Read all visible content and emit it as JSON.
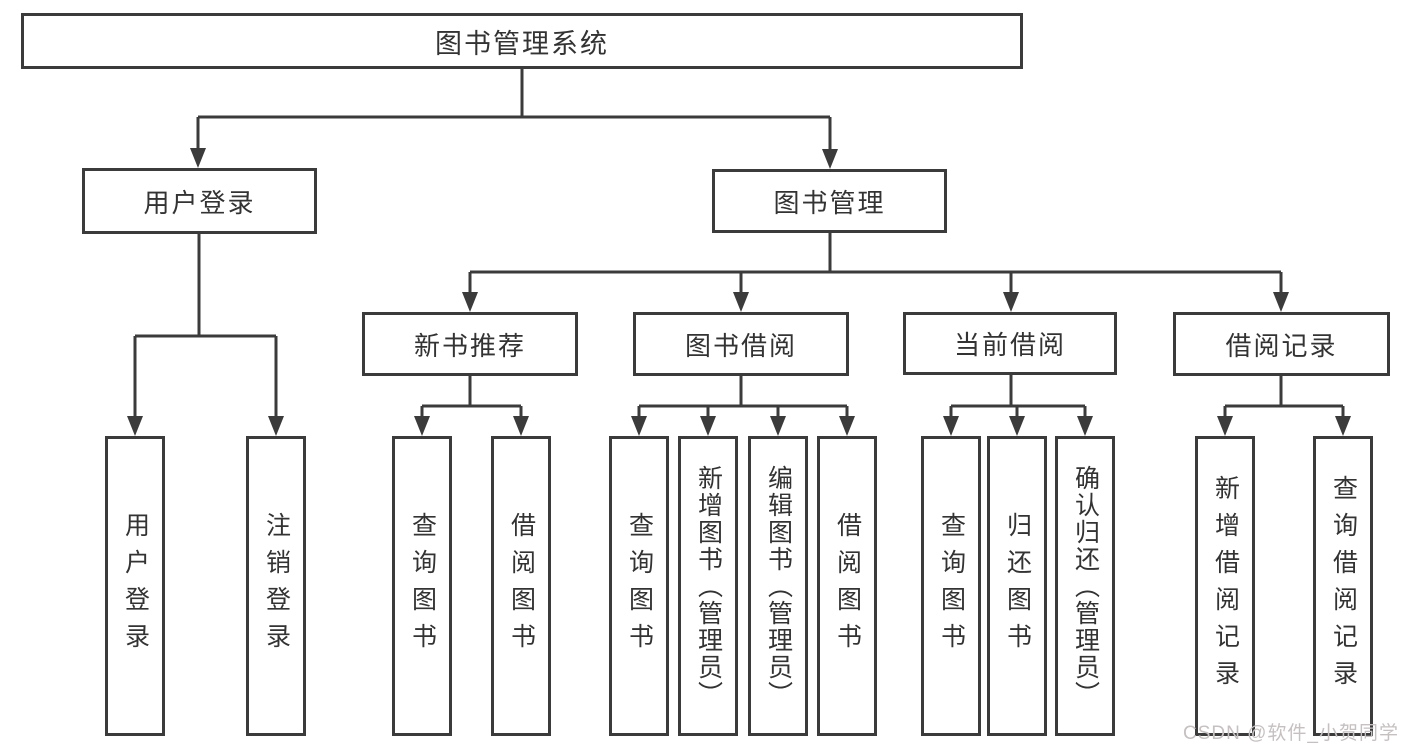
{
  "diagram": {
    "root": {
      "label": "图书管理系统"
    },
    "branches": [
      {
        "label": "用户登录",
        "children": [
          {
            "label": "用户登录"
          },
          {
            "label": "注销登录"
          }
        ]
      },
      {
        "label": "图书管理",
        "children": [
          {
            "label": "新书推荐",
            "children": [
              {
                "label": "查询图书"
              },
              {
                "label": "借阅图书"
              }
            ]
          },
          {
            "label": "图书借阅",
            "children": [
              {
                "label": "查询图书"
              },
              {
                "label": "新增图书（管理员）"
              },
              {
                "label": "编辑图书（管理员）"
              },
              {
                "label": "借阅图书"
              }
            ]
          },
          {
            "label": "当前借阅",
            "children": [
              {
                "label": "查询图书"
              },
              {
                "label": "归还图书"
              },
              {
                "label": "确认归还（管理员）"
              }
            ]
          },
          {
            "label": "借阅记录",
            "children": [
              {
                "label": "新增借阅记录"
              },
              {
                "label": "查询借阅记录"
              }
            ]
          }
        ]
      }
    ]
  },
  "watermark": {
    "text": "CSDN @软件_小贺同学"
  },
  "colors": {
    "line": "#3b3b3b",
    "text": "#333333",
    "background": "#ffffff",
    "watermark": "#c6c0c0"
  }
}
